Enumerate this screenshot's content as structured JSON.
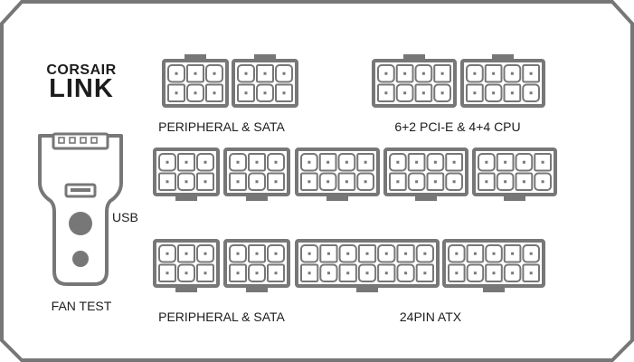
{
  "brand": {
    "line1": "CORSAIR",
    "line2": "LINK"
  },
  "labels": {
    "peripheral_sata_top": "PERIPHERAL & SATA",
    "pcie_cpu": "6+2 PCI-E & 4+4 CPU",
    "peripheral_sata_bottom": "PERIPHERAL & SATA",
    "atx": "24PIN ATX",
    "usb": "USB",
    "fan_test": "FAN TEST"
  },
  "colors": {
    "stroke": "#777777",
    "text": "#1c1c1c",
    "fill": "#ffffff"
  }
}
